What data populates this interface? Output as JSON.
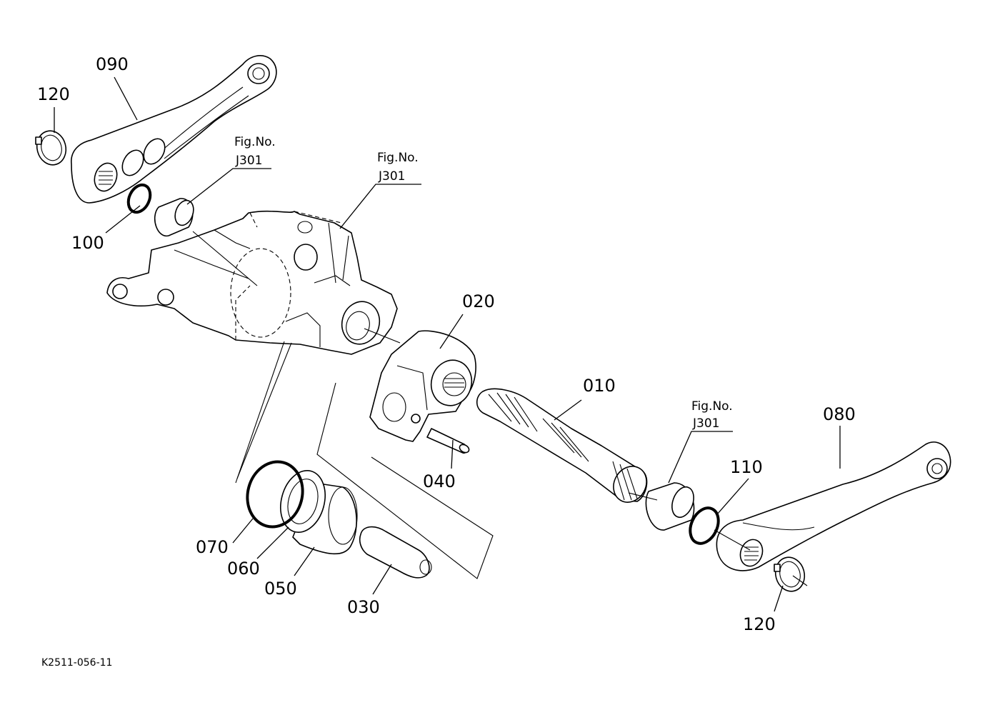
{
  "callouts": {
    "p010": "010",
    "p020": "020",
    "p030": "030",
    "p040": "040",
    "p050": "050",
    "p060": "060",
    "p070": "070",
    "p080": "080",
    "p090": "090",
    "p100": "100",
    "p110": "110",
    "p120_top": "120",
    "p120_bottom": "120"
  },
  "figure_refs": {
    "ref1": {
      "line1": "Fig.No.",
      "line2": "J301"
    },
    "ref2": {
      "line1": "Fig.No.",
      "line2": "J301"
    },
    "ref3": {
      "line1": "Fig.No.",
      "line2": "J301"
    }
  },
  "drawing_code": "K2511-056-11"
}
